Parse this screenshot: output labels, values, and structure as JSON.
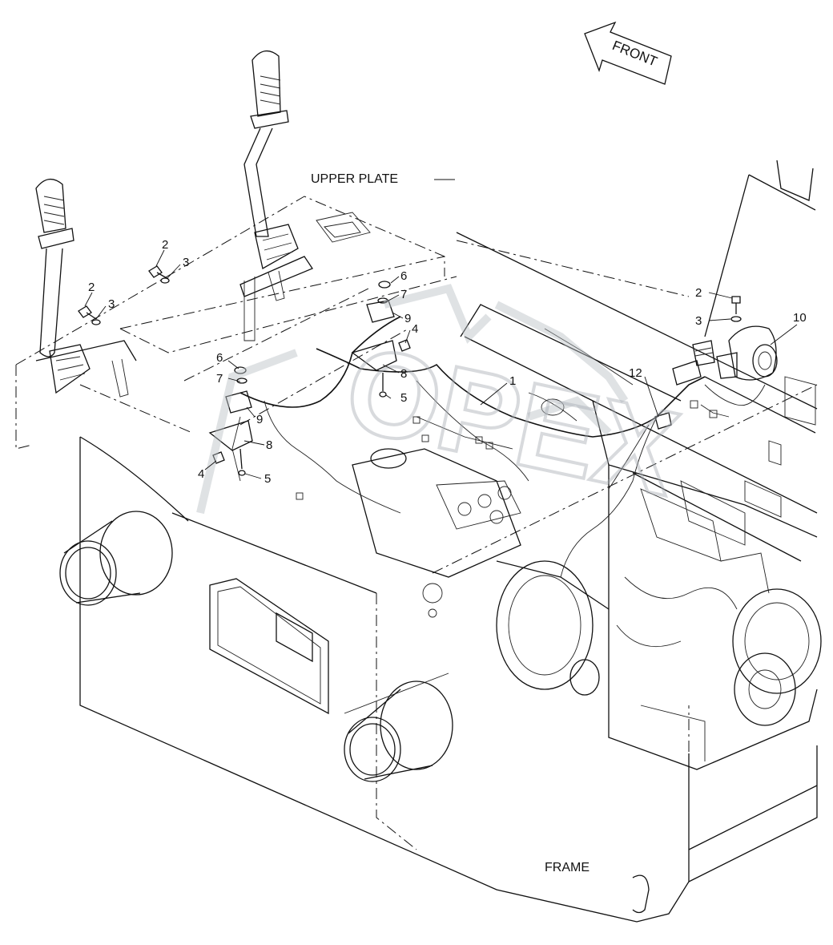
{
  "diagram": {
    "direction_arrow": {
      "label": "FRONT",
      "icon": "arrow-left-icon"
    },
    "assembly_labels": {
      "upper_plate": "UPPER PLATE",
      "frame": "FRAME"
    },
    "watermark": {
      "text": "OPEX"
    },
    "callouts": [
      "1",
      "2",
      "2",
      "2",
      "3",
      "3",
      "3",
      "4",
      "4",
      "5",
      "5",
      "6",
      "6",
      "7",
      "7",
      "8",
      "8",
      "9",
      "9",
      "10",
      "12"
    ]
  }
}
